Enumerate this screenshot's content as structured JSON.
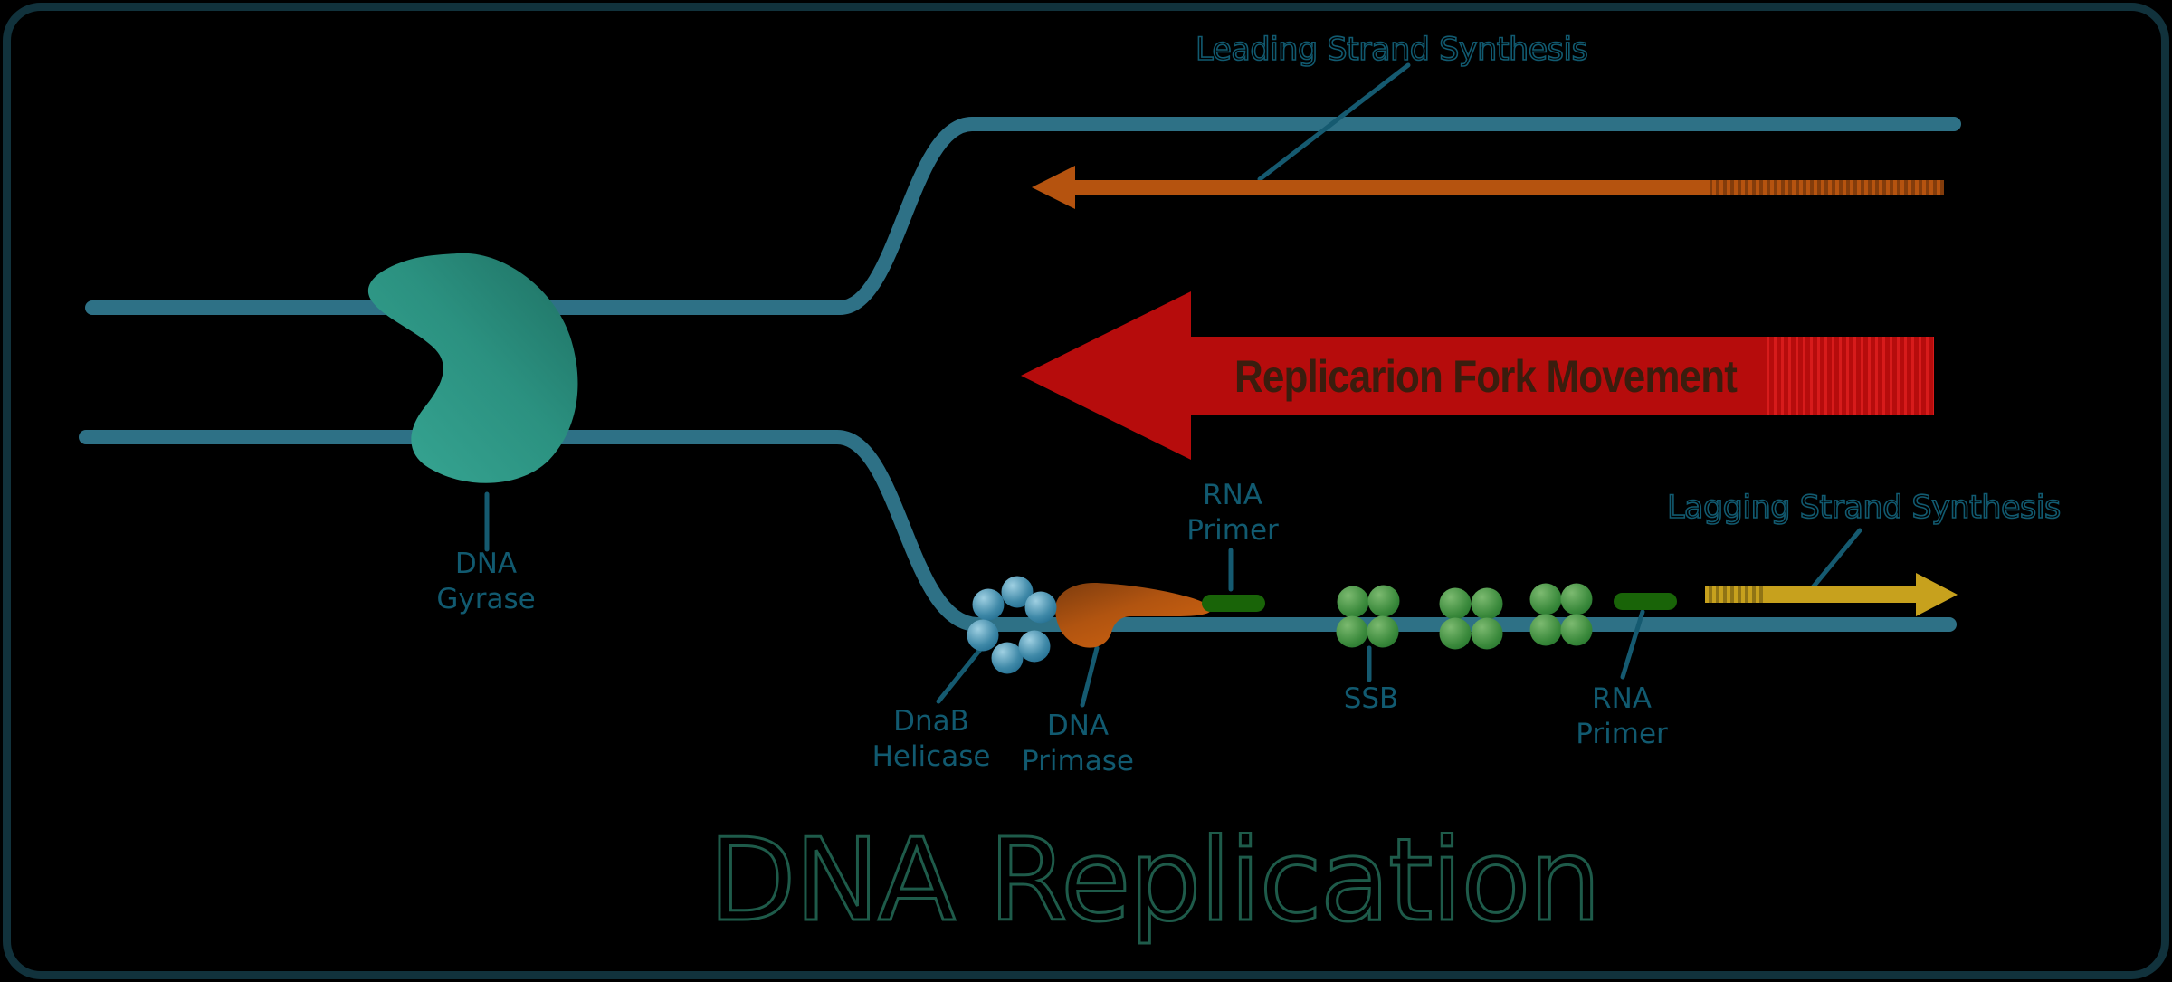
{
  "diagram": {
    "title": "DNA Replication",
    "labels": {
      "leading": "Leading Strand Synthesis",
      "lagging": "Lagging Strand Synthesis",
      "fork_movement": "Replicarion Fork Movement",
      "gyrase": {
        "line1": "DNA",
        "line2": "Gyrase"
      },
      "helicase": {
        "line1": "DnaB",
        "line2": "Helicase"
      },
      "primase": {
        "line1": "DNA",
        "line2": "Primase"
      },
      "rna_primer_left": {
        "line1": "RNA",
        "line2": "Primer"
      },
      "rna_primer_right": {
        "line1": "RNA",
        "line2": "Primer"
      },
      "ssb": "SSB"
    },
    "colors": {
      "background": "#000000",
      "frame_border": "#11323c",
      "dna_strand": "#2e7186",
      "label_text": "#115a70",
      "callout_line": "#155a70",
      "leading_arrow": "#b5530f",
      "fork_arrow": "#b60c0c",
      "fork_text": "#3a1d0e",
      "lagging_arrow": "#c7a11d",
      "rna_primer": "#196408",
      "helicase_light": "#8ec4da",
      "helicase_dark": "#135f84",
      "ssb_light": "#74b368",
      "ssb_dark": "#1c6b26",
      "gyrase_light": "#35a492",
      "gyrase_dark": "#1e6f62",
      "primase_light": "#d2640f",
      "primase_dark": "#7d3c0e",
      "title_outline": "#1e5b4a"
    }
  }
}
